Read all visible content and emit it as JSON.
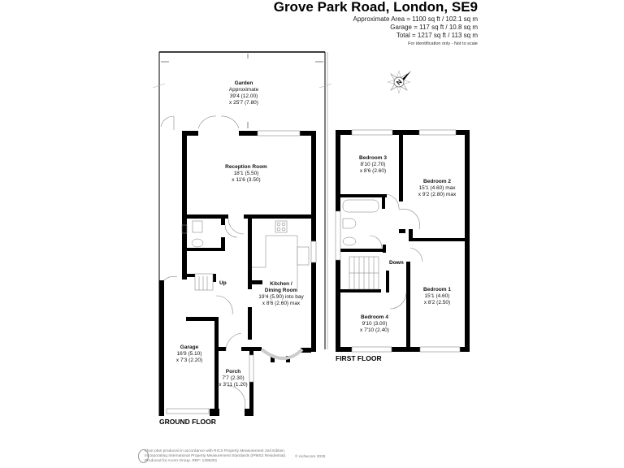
{
  "header": {
    "title": "Grove Park Road, London, SE9",
    "approx_area": "Approximate Area = 1100 sq ft / 102.1 sq m",
    "garage_area": "Garage = 117 sq ft / 10.8 sq m",
    "total_area": "Total = 1217 sq ft / 113 sq m",
    "note": "For identification only - Not to scale"
  },
  "compass": {
    "icon": "north-arrow-icon",
    "label": "N"
  },
  "ground_floor": {
    "label": "GROUND FLOOR",
    "rooms": [
      {
        "name": "Garden",
        "line1": "Approximate",
        "line2": "39'4 (12.00)",
        "line3": "x 25'7 (7.80)"
      },
      {
        "name": "Reception Room",
        "line1": "18'1 (5.50)",
        "line2": "x 11'6 (3.50)"
      },
      {
        "name": "Kitchen /",
        "name2": "Dining Room",
        "line1": "19'4 (5.90) into bay",
        "line2": "x 8'6 (2.60) max"
      },
      {
        "name": "Garage",
        "line1": "16'9 (5.10)",
        "line2": "x 7'3 (2.20)"
      },
      {
        "name": "Porch",
        "line1": "7'7 (2.30)",
        "line2": "x 3'11 (1.20)"
      }
    ],
    "stairs_label": "Up"
  },
  "first_floor": {
    "label": "FIRST FLOOR",
    "rooms": [
      {
        "name": "Bedroom 3",
        "line1": "8'10 (2.70)",
        "line2": "x 8'6 (2.60)"
      },
      {
        "name": "Bedroom 2",
        "line1": "15'1 (4.60) max",
        "line2": "x 9'2 (2.80) max"
      },
      {
        "name": "Bedroom 1",
        "line1": "15'1 (4.60)",
        "line2": "x 8'2 (2.50)"
      },
      {
        "name": "Bedroom 4",
        "line1": "9'10 (3.00)",
        "line2": "x 7'10 (2.40)"
      }
    ],
    "stairs_label": "Down"
  },
  "footer": {
    "line1": "Floor plan produced in accordance with RICS Property Measurement 2nd Edition,",
    "line2": "Incorporating International Property Measurement Standards (IPMS2 Residential).",
    "line3": "Produced for Acorn Group.   REF: 1296251",
    "copyright": "© nichecom 2025"
  }
}
